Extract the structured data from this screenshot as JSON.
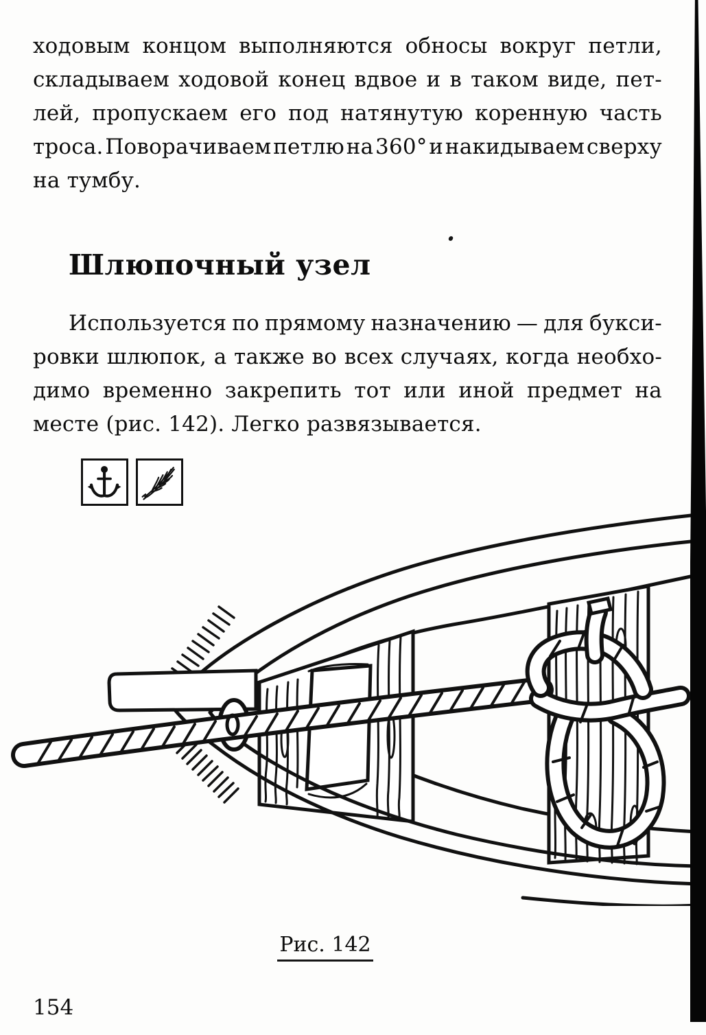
{
  "page": {
    "number": "154"
  },
  "top_paragraph": {
    "lines": [
      "ходовым концом выполняются обносы вокруг петли,",
      "складываем ходовой конец вдвое и в таком виде, пет-",
      "лей, пропускаем его под натянутую коренную часть",
      "троса. Поворачиваем петлю на 360° и накидываем сверху",
      "на тумбу."
    ]
  },
  "section": {
    "heading": "Шлюпочный узел",
    "paragraph_lines": [
      "Используется по прямому назначению — для букси-",
      "ровки шлюпок, а также во всех случаях, когда необхо-",
      "димо временно закрепить тот или иной предмет на",
      "месте (рис. 142). Легко развязывается."
    ]
  },
  "legend_icons": [
    {
      "icon": "anchor-icon"
    },
    {
      "icon": "feather-icon"
    }
  ],
  "figure": {
    "caption": "Рис. 142",
    "subject": "boat bow with tow rope tied to thwart with boat knot"
  }
}
